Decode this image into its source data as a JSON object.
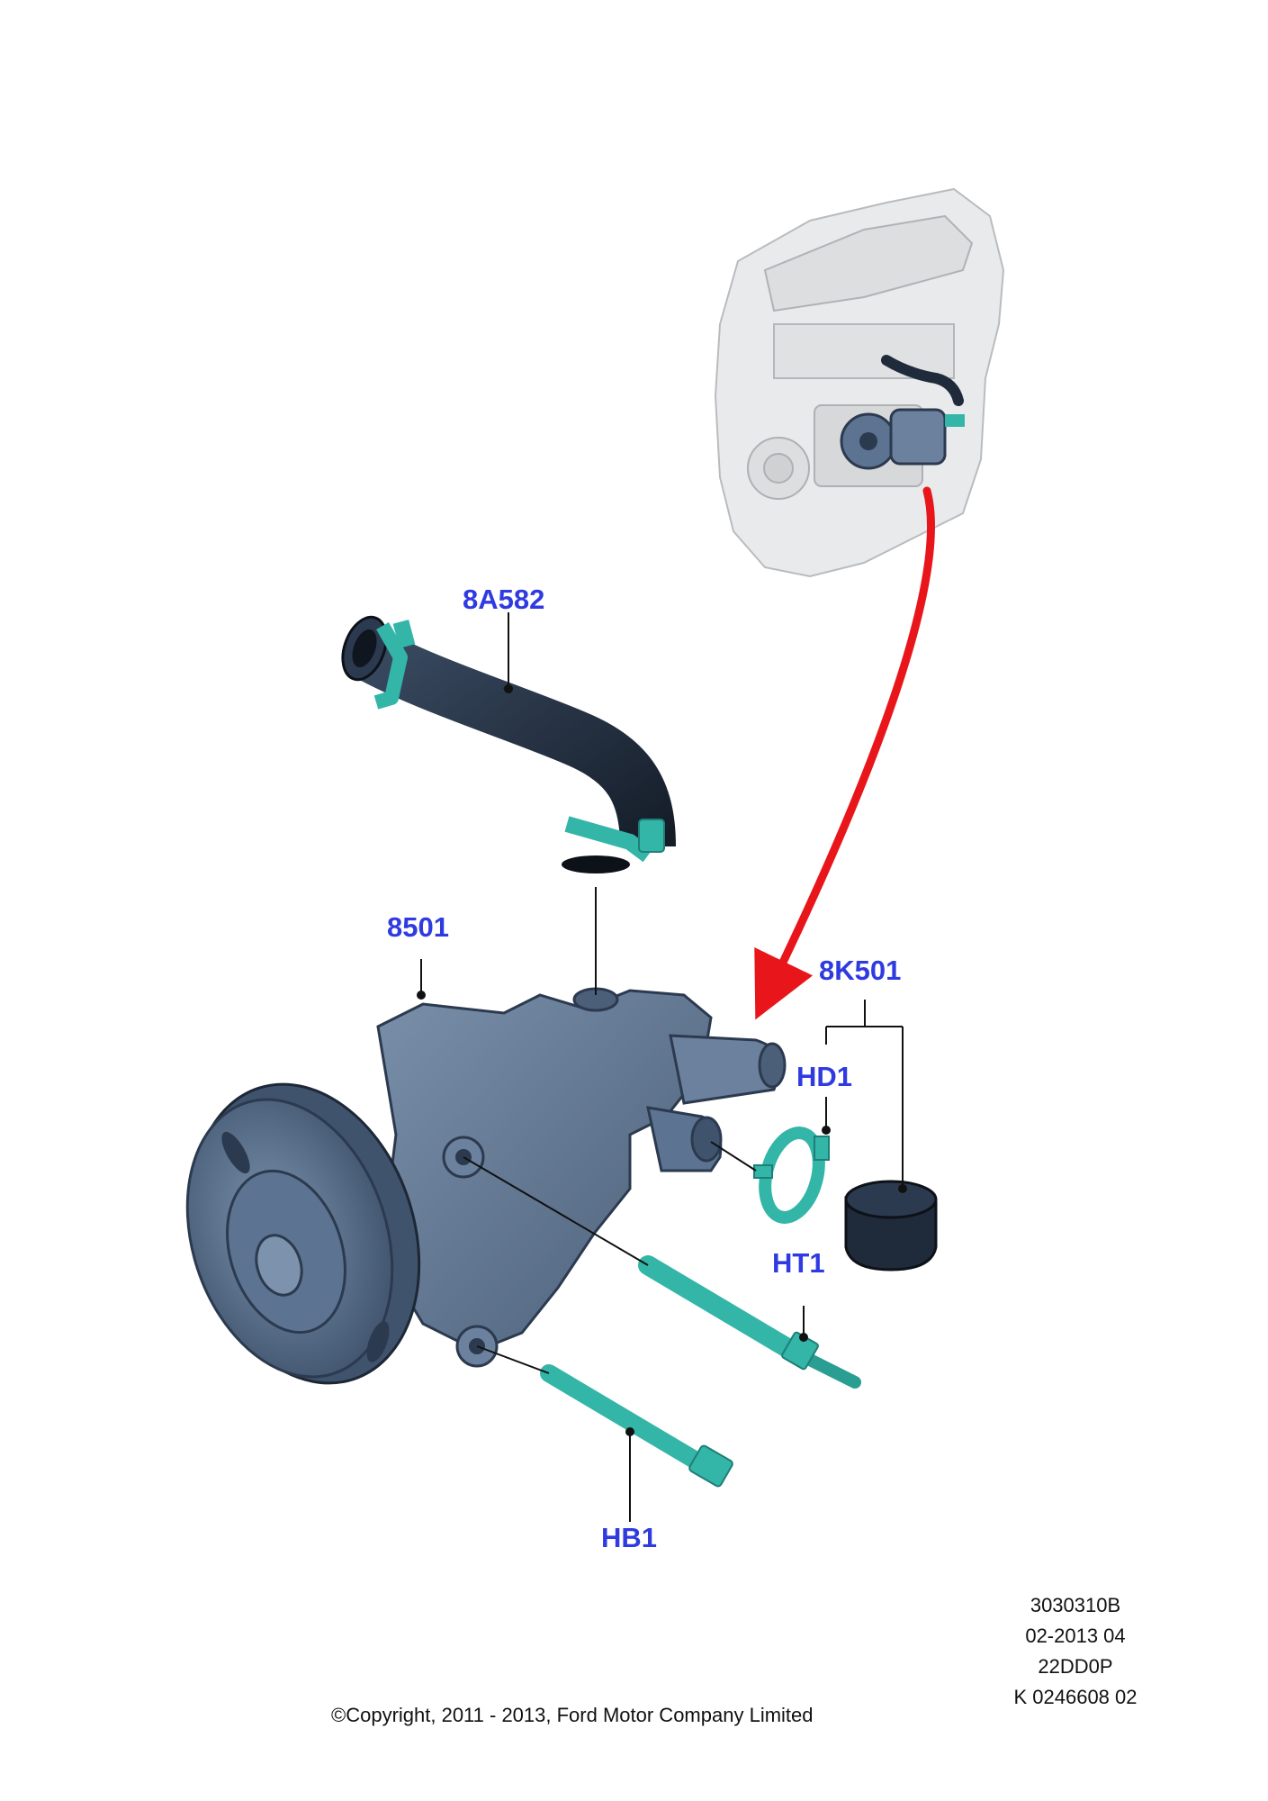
{
  "colors": {
    "callout_text": "#2f3be0",
    "arrow": "#e8161b",
    "pump_body": "#5c7391",
    "pump_dark": "#2c3a4f",
    "hose": "#1f2a3a",
    "fastener_teal": "#33b5a8",
    "engine_ghost": "#cfd1d3"
  },
  "callouts": {
    "hose": "8A582",
    "pump": "8501",
    "connector_group": "8K501",
    "clip": "HD1",
    "stud": "HT1",
    "bolt": "HB1"
  },
  "reference": {
    "line1": "3030310B",
    "line2": "02-2013 04",
    "line3": "22DD0P",
    "line4": "K 0246608 02"
  },
  "copyright": "©Copyright, 2011 - 2013, Ford Motor Company Limited",
  "icons": {
    "locator": "engine-overview-icon",
    "pointer": "red-curved-arrow-icon"
  }
}
